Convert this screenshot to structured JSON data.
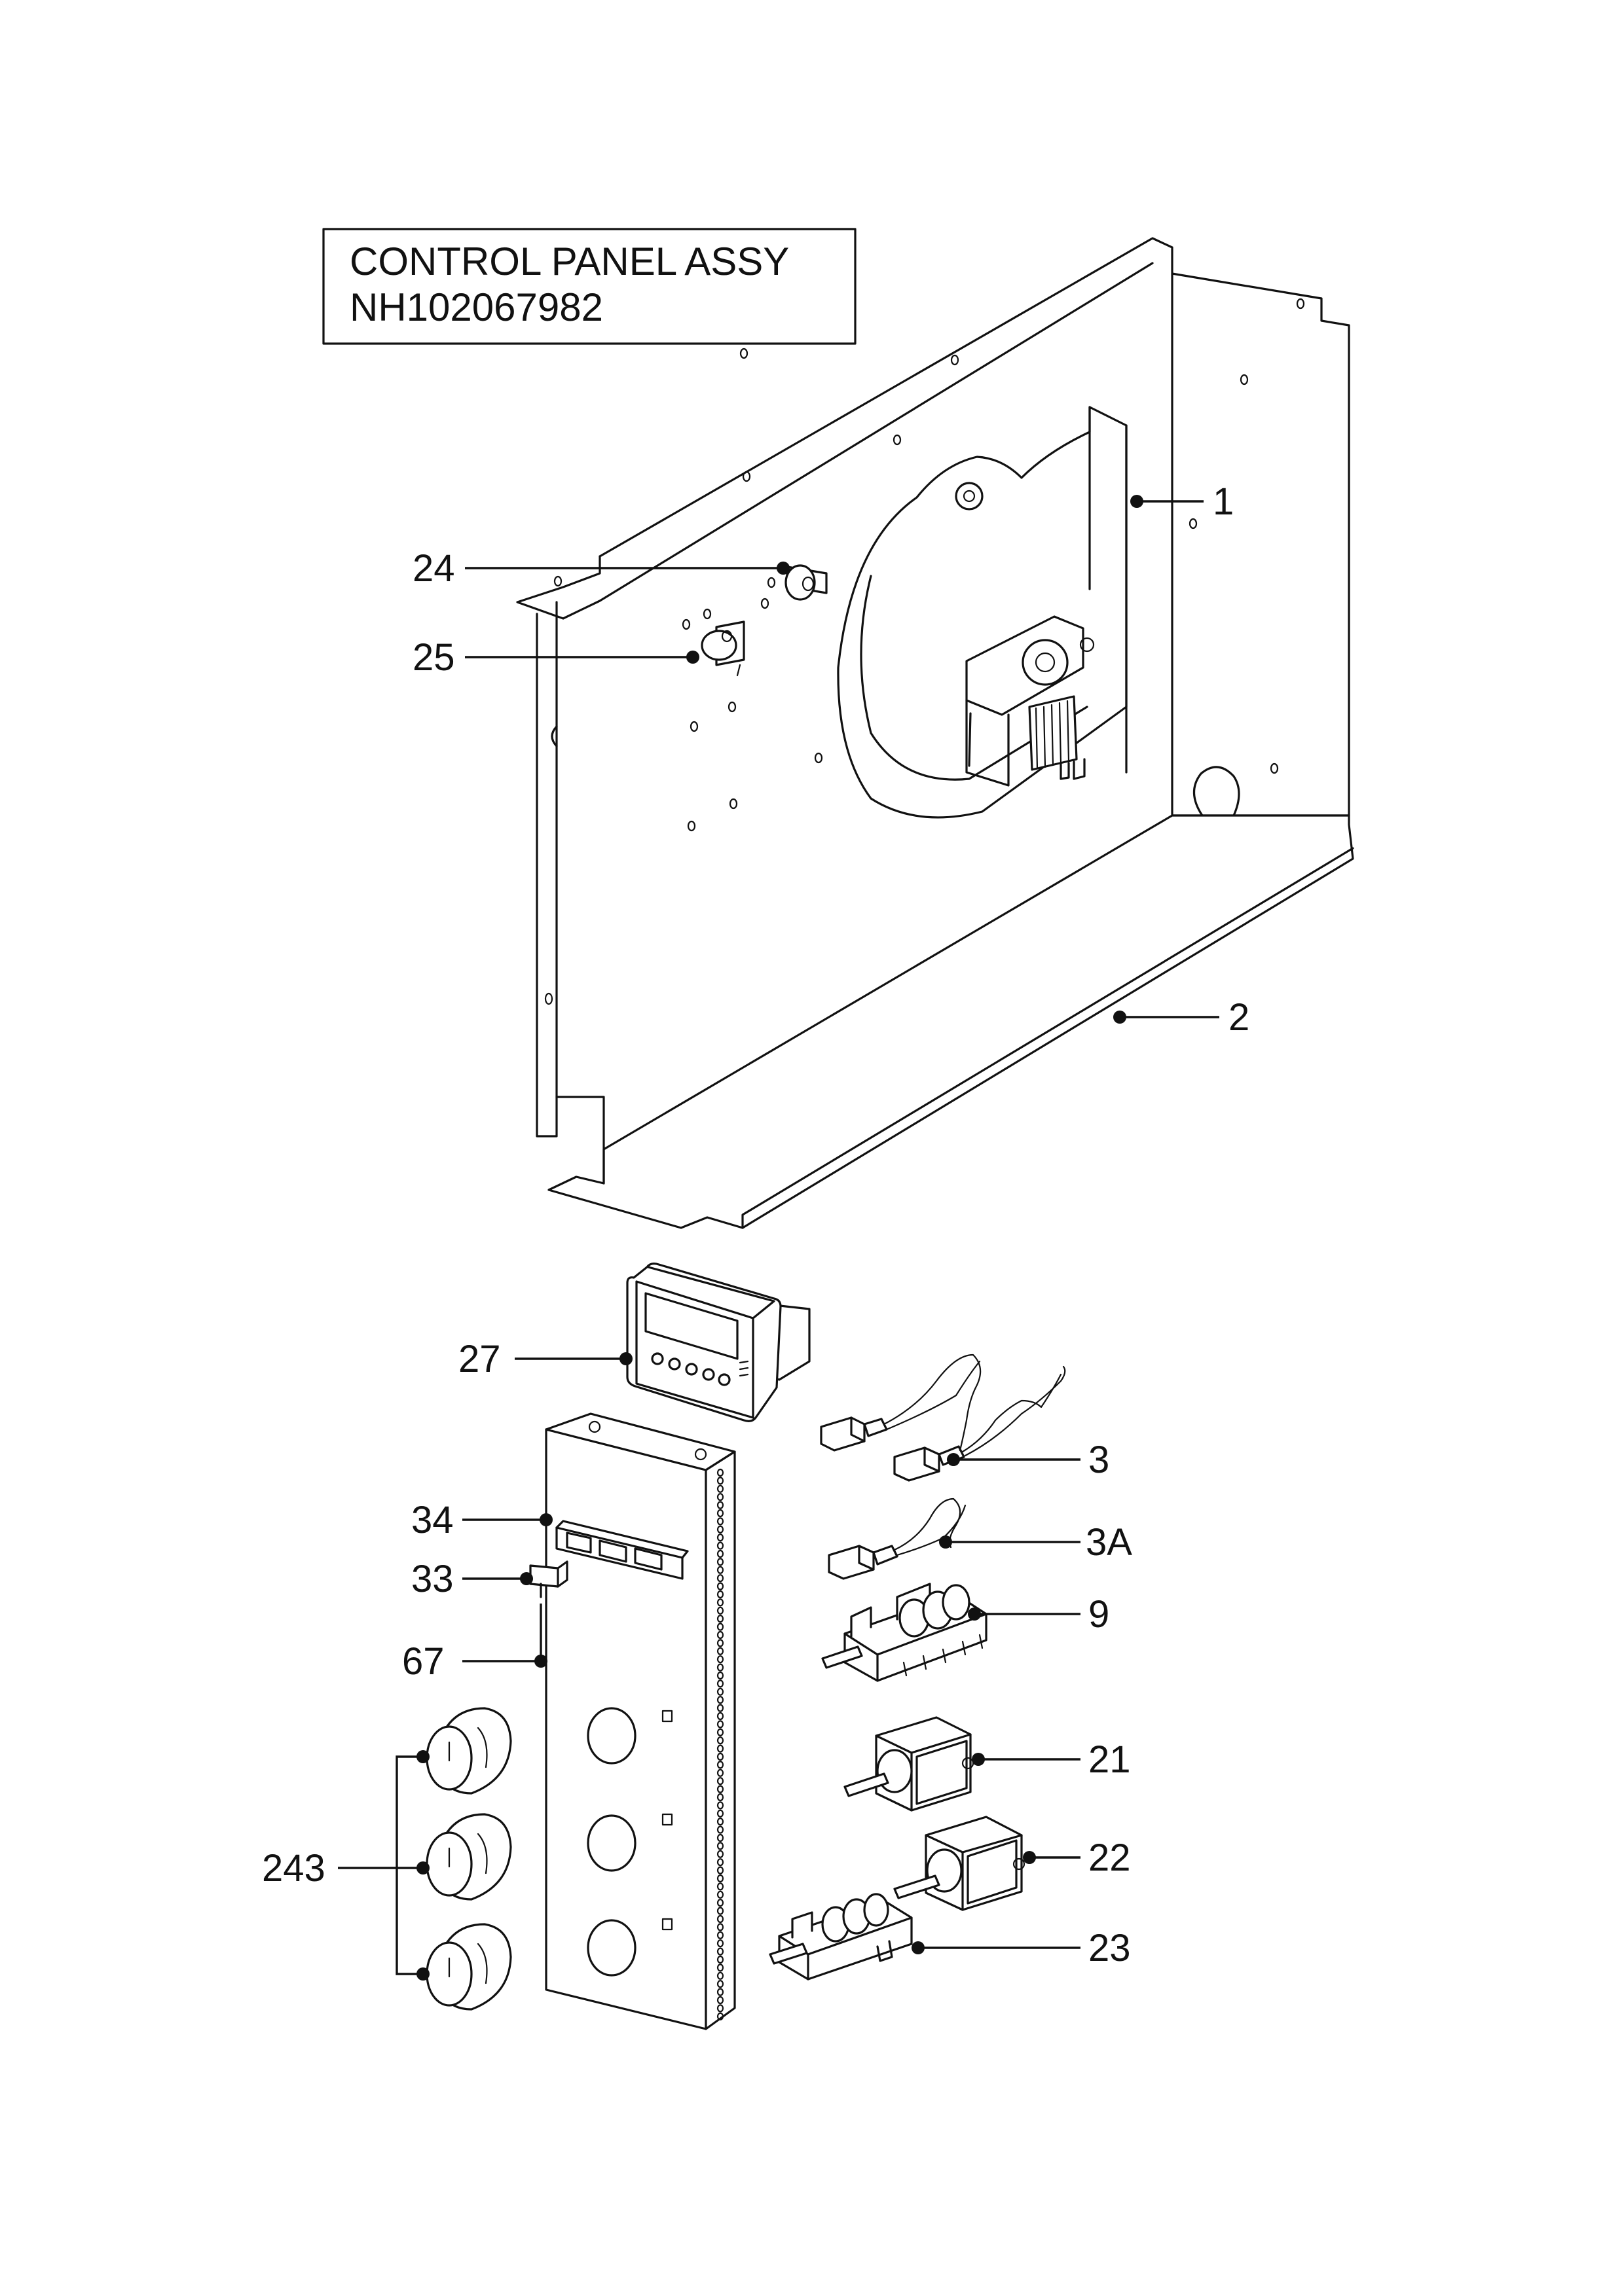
{
  "title_box": {
    "line1": "CONTROL PANEL ASSY",
    "line2": "NH102067982"
  },
  "callouts": {
    "c1": "1",
    "c2": "2",
    "c24": "24",
    "c25": "25",
    "c27": "27",
    "c3": "3",
    "c3a": "3A",
    "c34": "34",
    "c33": "33",
    "c9": "9",
    "c67": "67",
    "c21": "21",
    "c22": "22",
    "c243": "243",
    "c23": "23"
  },
  "colors": {
    "ink": "#111111",
    "paper": "#ffffff"
  }
}
